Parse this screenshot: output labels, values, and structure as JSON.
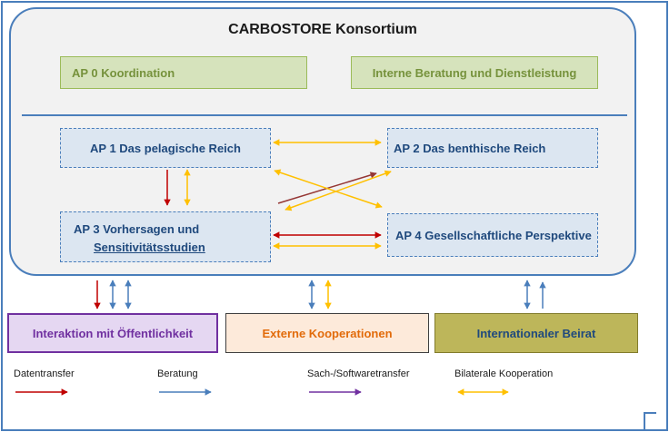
{
  "title": "CARBOSTORE Konsortium",
  "coordination": {
    "ap0": "AP 0 Koordination",
    "internal": "Interne Beratung und Dienstleistung"
  },
  "work_packages": {
    "ap1": "AP 1 Das pelagische Reich",
    "ap2": "AP 2 Das benthische Reich",
    "ap3_line1": "AP 3 Vorhersagen und",
    "ap3_line2": "Sensitivitätsstudien",
    "ap4": "AP 4 Gesellschaftliche Perspektive"
  },
  "external": {
    "public": "Interaktion mit Öffentlichkeit",
    "cooperations": "Externe Kooperationen",
    "advisory": "Internationaler Beirat"
  },
  "legend": [
    {
      "label": "Datentransfer",
      "color": "#c00000",
      "style": "single"
    },
    {
      "label": "Beratung",
      "color": "#4a7ebb",
      "style": "single"
    },
    {
      "label": "Sach-/Softwaretransfer",
      "color": "#7030a0",
      "style": "single"
    },
    {
      "label": "Bilaterale Kooperation",
      "color": "#ffc000",
      "style": "double"
    }
  ],
  "colors": {
    "frame_blue": "#4a7ebb",
    "container_fill": "#f2f2f2",
    "wp_fill": "#dce6f1",
    "wp_border": "#4a7ebb",
    "wp_text": "#1f497d",
    "green_fill": "#d6e3bc",
    "green_border": "#9bbb59",
    "green_text": "#76923c",
    "public_fill": "#e5d7f2",
    "public_text": "#7030a0",
    "coop_fill": "#fdeada",
    "coop_text": "#e26b0a",
    "advisory_fill": "#bdb65a",
    "advisory_text": "#1f497d",
    "arrow_red": "#c00000",
    "arrow_dark_red": "#953735",
    "arrow_blue": "#4a7ebb",
    "arrow_yellow": "#ffc000",
    "arrow_purple": "#7030a0"
  }
}
